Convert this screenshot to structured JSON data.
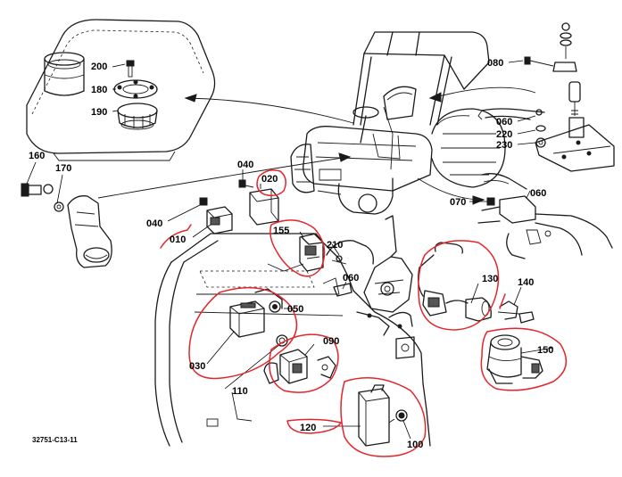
{
  "diagram": {
    "reference_code": "32751-C13-11",
    "parts": [
      {
        "id": "p200",
        "number": "200"
      },
      {
        "id": "p180",
        "number": "180"
      },
      {
        "id": "p190",
        "number": "190"
      },
      {
        "id": "p080",
        "number": "080"
      },
      {
        "id": "p060a",
        "number": "060"
      },
      {
        "id": "p220",
        "number": "220"
      },
      {
        "id": "p230",
        "number": "230"
      },
      {
        "id": "p160",
        "number": "160"
      },
      {
        "id": "p170",
        "number": "170"
      },
      {
        "id": "p040a",
        "number": "040"
      },
      {
        "id": "p020",
        "number": "020"
      },
      {
        "id": "p060b",
        "number": "060"
      },
      {
        "id": "p070",
        "number": "070"
      },
      {
        "id": "p040b",
        "number": "040"
      },
      {
        "id": "p010",
        "number": "010"
      },
      {
        "id": "p155",
        "number": "155"
      },
      {
        "id": "p210",
        "number": "210"
      },
      {
        "id": "p060c",
        "number": "060"
      },
      {
        "id": "p130",
        "number": "130"
      },
      {
        "id": "p140",
        "number": "140"
      },
      {
        "id": "p050",
        "number": "050"
      },
      {
        "id": "p090",
        "number": "090"
      },
      {
        "id": "p030",
        "number": "030"
      },
      {
        "id": "p110",
        "number": "110"
      },
      {
        "id": "p150",
        "number": "150"
      },
      {
        "id": "p120",
        "number": "120"
      },
      {
        "id": "p100",
        "number": "100"
      }
    ],
    "highlighted_parts": [
      "020",
      "010",
      "155",
      "030",
      "090",
      "130",
      "150",
      "120",
      "100"
    ],
    "annotation_color": "#e3262b",
    "ink_color": "#1a1a1a"
  }
}
